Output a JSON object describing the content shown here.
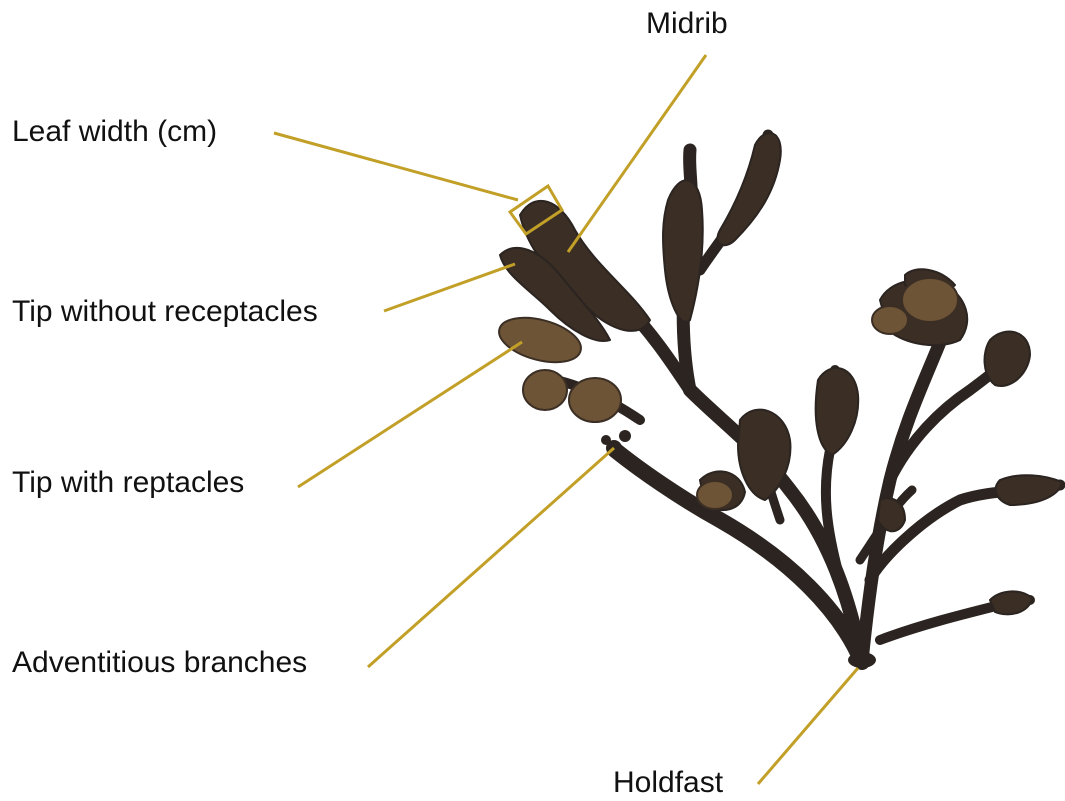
{
  "labels": {
    "midrib": "Midrib",
    "leaf_width": "Leaf width (cm)",
    "tip_without_receptacles": "Tip without receptacles",
    "tip_with_receptacles": "Tip with reptacles",
    "adventitious_branches": "Adventitious branches",
    "holdfast": "Holdfast"
  },
  "colors": {
    "leader_line": "#c2a028",
    "seaweed_dark": "#2b2420",
    "seaweed_brown": "#4a3a2c",
    "receptacle": "#6e5436"
  }
}
